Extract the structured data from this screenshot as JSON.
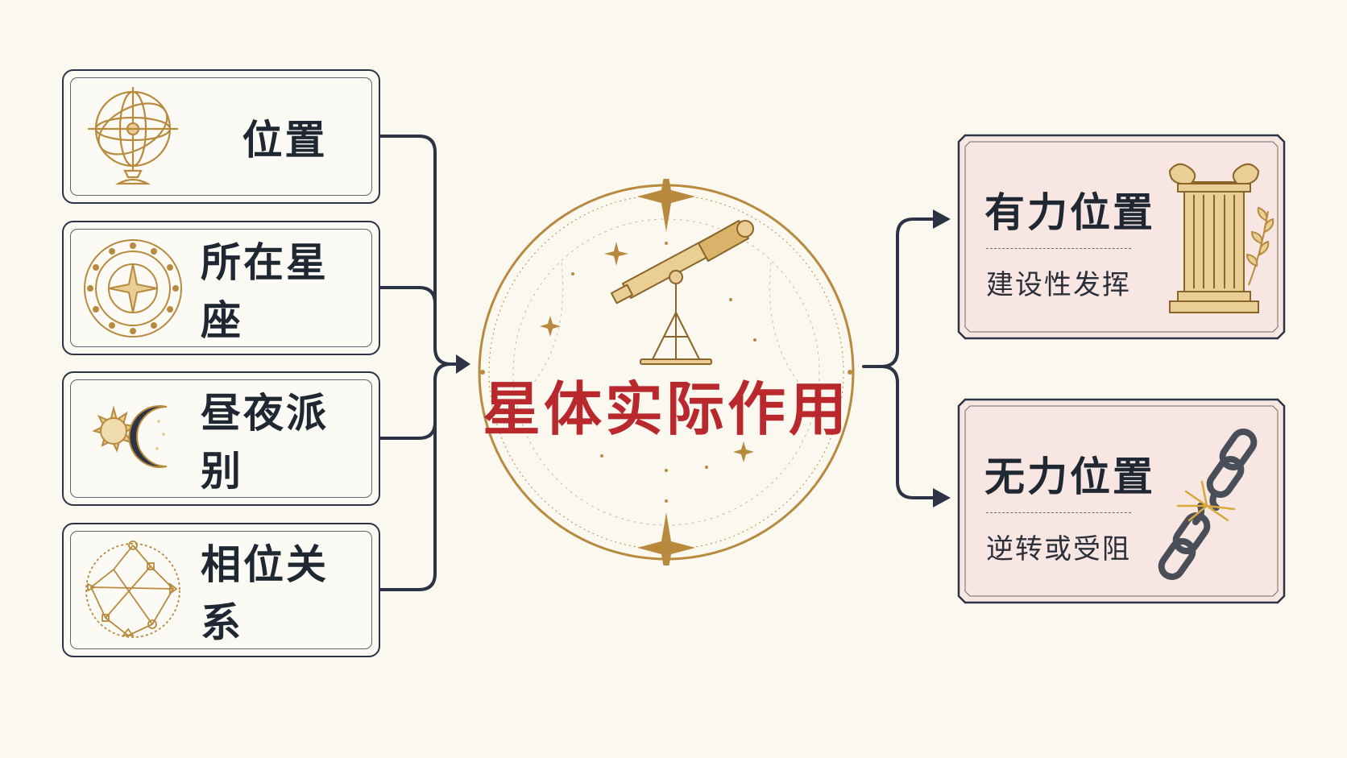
{
  "factors": [
    {
      "label": "位置",
      "icon": "armillary-sphere-icon"
    },
    {
      "label": "所在星座",
      "icon": "zodiac-wheel-icon"
    },
    {
      "label": "昼夜派别",
      "icon": "sun-moon-icon"
    },
    {
      "label": "相位关系",
      "icon": "aspect-pattern-icon"
    }
  ],
  "hub": {
    "title": "星体实际作用",
    "icon": "telescope-icon"
  },
  "results": [
    {
      "title": "有力位置",
      "subtitle": "建设性发挥",
      "icon": "greek-column-icon"
    },
    {
      "title": "无力位置",
      "subtitle": "逆转或受阻",
      "icon": "broken-chain-icon"
    }
  ],
  "colors": {
    "background": "#fbf8f0",
    "ink": "#2b3344",
    "gold": "#b88a3e",
    "title_red": "#b8282c",
    "result_fill": "#f8e6e3"
  }
}
